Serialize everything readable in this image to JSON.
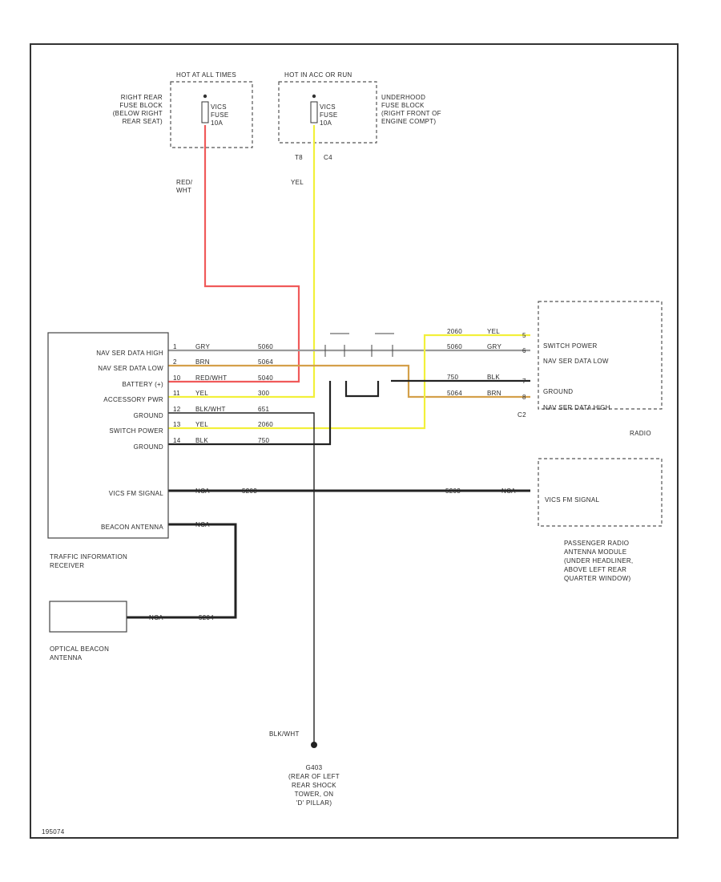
{
  "fuse_hot_all": {
    "header": "HOT AT ALL TIMES",
    "fuse": [
      "VICS",
      "FUSE",
      "10A"
    ]
  },
  "fuse_hot_acc": {
    "header": "HOT IN ACC OR RUN",
    "fuse": [
      "VICS",
      "FUSE",
      "10A"
    ]
  },
  "right_rear_fuse_block": [
    "RIGHT REAR",
    "FUSE BLOCK",
    "(BELOW RIGHT",
    "REAR SEAT)"
  ],
  "underhood_fuse_block": [
    "UNDERHOOD",
    "FUSE BLOCK",
    "(RIGHT FRONT OF",
    "ENGINE COMPT)"
  ],
  "connector_labels": {
    "left": "T8",
    "right": "C4",
    "radio_conn": "C2"
  },
  "wire_labels": {
    "red_wht": [
      "RED/",
      "WHT"
    ],
    "yel": "YEL",
    "blk_wht": "BLK/WHT"
  },
  "receiver": {
    "name": [
      "TRAFFIC INFORMATION",
      "RECEIVER"
    ],
    "pins": [
      "NAV SER DATA HIGH",
      "NAV SER DATA LOW",
      "BATTERY (+)",
      "ACCESSORY PWR",
      "GROUND",
      "SWITCH POWER",
      "GROUND",
      "VICS FM SIGNAL",
      "BEACON ANTENNA"
    ],
    "pin_numbers": [
      "1",
      "2",
      "10",
      "11",
      "12",
      "13",
      "14"
    ],
    "wire_colors": [
      "GRY",
      "BRN",
      "RED/WHT",
      "YEL",
      "BLK/WHT",
      "YEL",
      "BLK"
    ],
    "circuits": [
      "5060",
      "5064",
      "5040",
      "300",
      "651",
      "2060",
      "750"
    ]
  },
  "radio": {
    "name": "RADIO",
    "pins": [
      "SWITCH POWER",
      "NAV SER DATA LOW",
      "GROUND",
      "NAV SER DATA HIGH"
    ],
    "pin_numbers": [
      "5",
      "6",
      "7",
      "8"
    ],
    "wire_colors": [
      "YEL",
      "GRY",
      "BLK",
      "BRN"
    ],
    "circuits": [
      "2060",
      "5060",
      "750",
      "5064"
    ]
  },
  "antenna_module": {
    "pin": "VICS FM SIGNAL",
    "name": [
      "PASSENGER RADIO",
      "ANTENNA MODULE",
      "(UNDER HEADLINER,",
      "ABOVE LEFT REAR",
      "QUARTER WINDOW)"
    ]
  },
  "vics_coax": {
    "colors": [
      "NCA",
      "NCA"
    ],
    "circuits": [
      "5203",
      "5203"
    ]
  },
  "beacon_coax": {
    "colors": [
      "NCA",
      "NCA"
    ],
    "circuits": [
      "5204",
      "5204"
    ]
  },
  "optical_beacon": [
    "OPTICAL BEACON",
    "ANTENNA"
  ],
  "ground": [
    "G403",
    "(REAR OF LEFT",
    "REAR SHOCK",
    "TOWER, ON",
    "'D' PILLAR)"
  ],
  "diagram_id": "195074"
}
